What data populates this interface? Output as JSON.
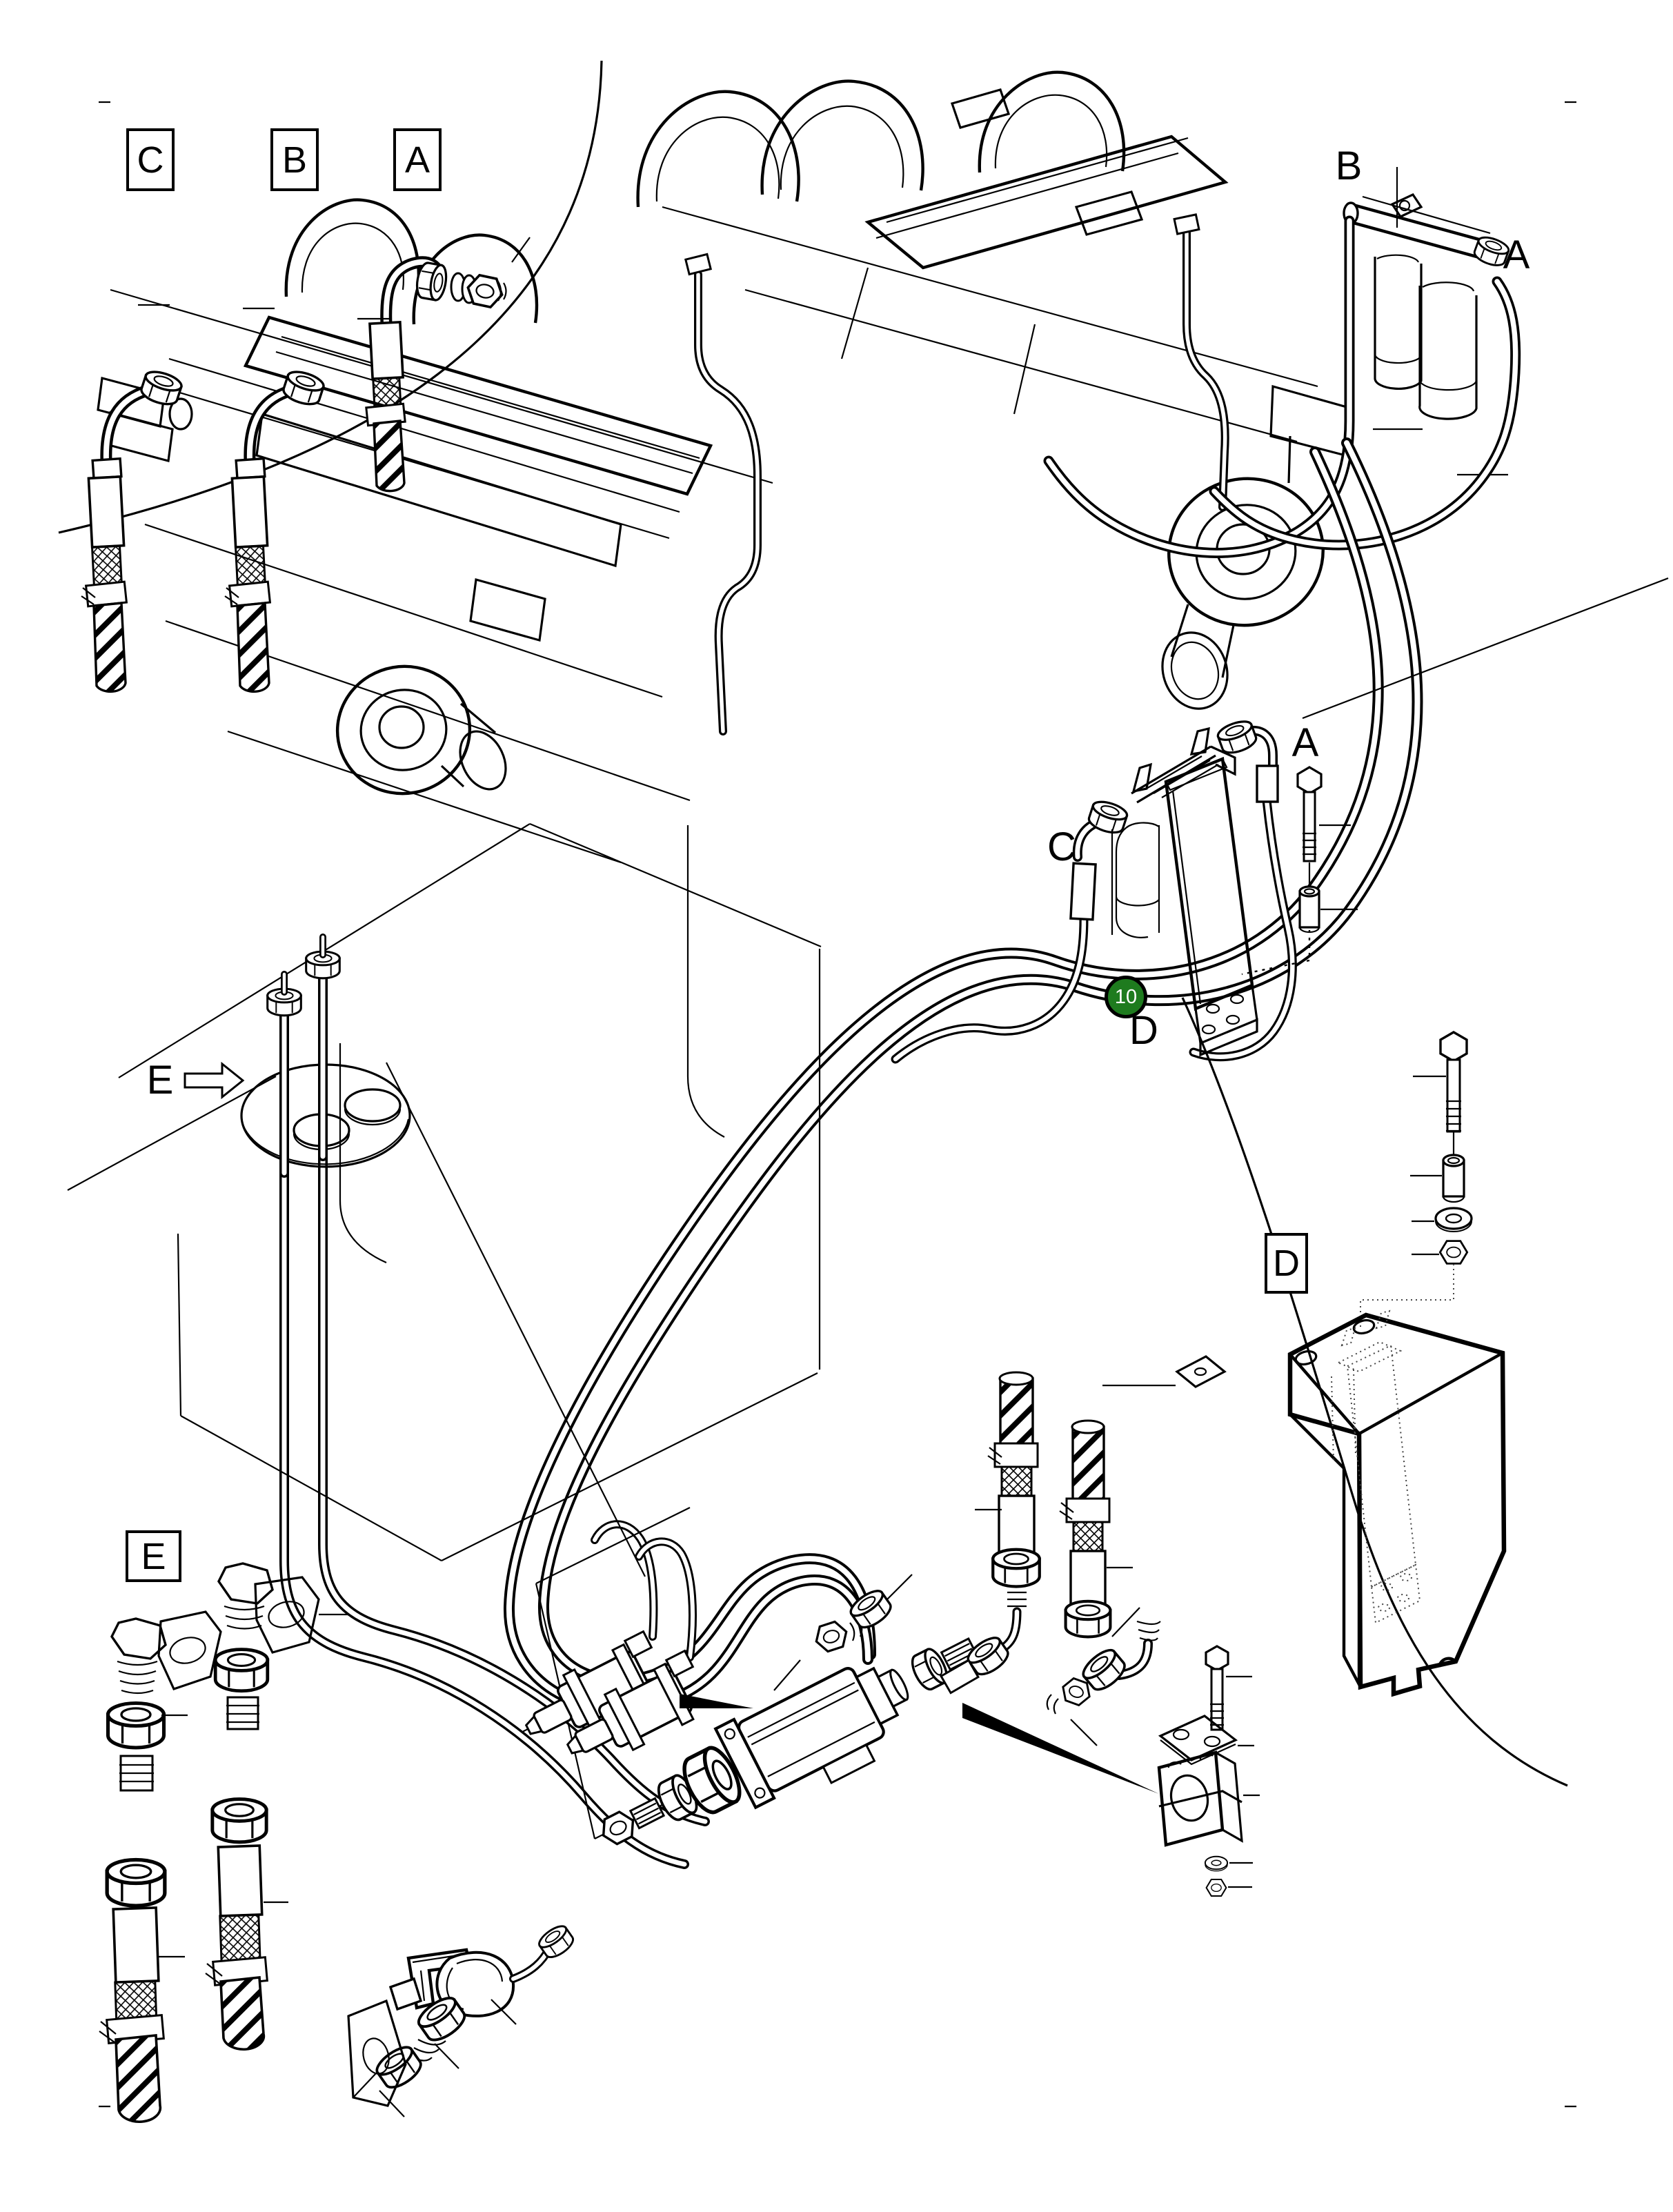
{
  "figure": {
    "type": "exploded-parts-diagram",
    "background_color": "#ffffff",
    "line_color": "#000000",
    "labels": {
      "box_c": "C",
      "box_b": "B",
      "box_a": "A",
      "box_d": "D",
      "box_e": "E",
      "filter_b": "B",
      "filter_a": "A",
      "bracket_a": "A",
      "bracket_c": "C",
      "bracket_d": "D",
      "tank_e": "E"
    },
    "part_badge": {
      "number": "10",
      "fill_color": "#1e7b1e",
      "text_color": "#ffffff"
    }
  }
}
